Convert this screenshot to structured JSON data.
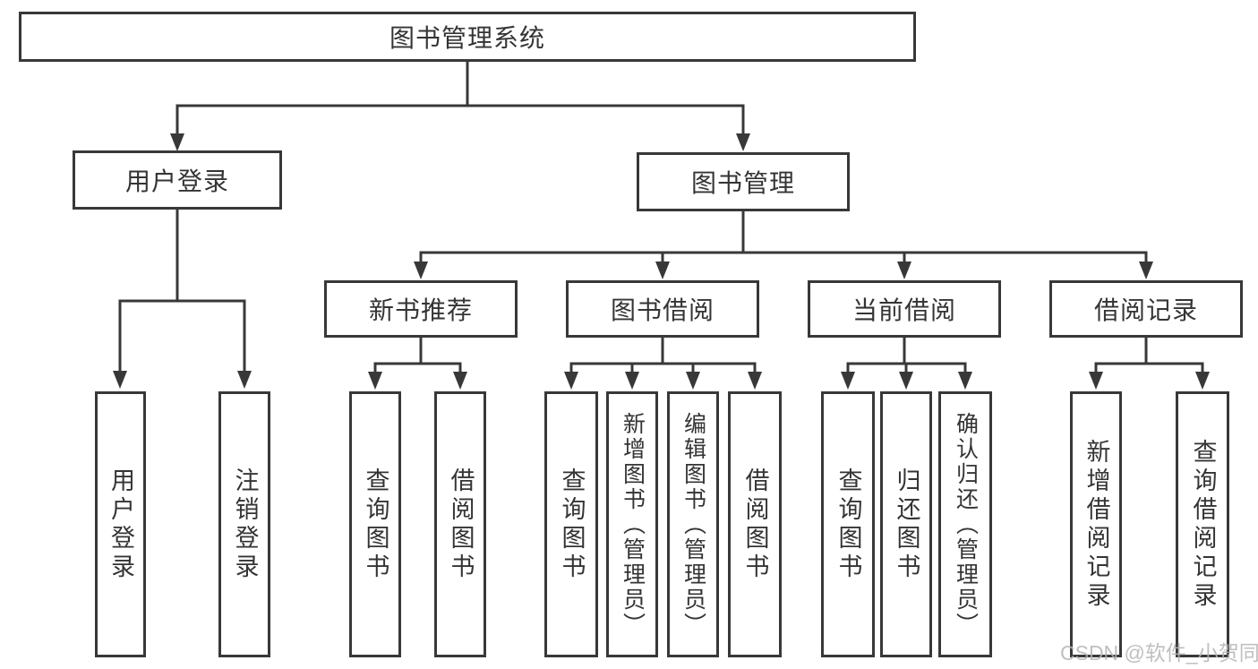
{
  "colors": {
    "line": "#383838",
    "box_border": "#383838",
    "text": "#343434",
    "watermark": "#b5b5b5",
    "background": "#ffffff"
  },
  "nodes": {
    "root": {
      "label": "图书管理系统"
    },
    "branches": [
      {
        "label": "用户登录",
        "children": [
          {
            "label": "用户登录"
          },
          {
            "label": "注销登录"
          }
        ]
      },
      {
        "label": "图书管理",
        "children": [
          {
            "label": "新书推荐",
            "children": [
              {
                "label": "查询图书"
              },
              {
                "label": "借阅图书"
              }
            ]
          },
          {
            "label": "图书借阅",
            "children": [
              {
                "label": "查询图书"
              },
              {
                "label": "新增图书（管理员）"
              },
              {
                "label": "编辑图书（管理员）"
              },
              {
                "label": "借阅图书"
              }
            ]
          },
          {
            "label": "当前借阅",
            "children": [
              {
                "label": "查询图书"
              },
              {
                "label": "归还图书"
              },
              {
                "label": "确认归还（管理员）"
              }
            ]
          },
          {
            "label": "借阅记录",
            "children": [
              {
                "label": "新增借阅记录"
              },
              {
                "label": "查询借阅记录"
              }
            ]
          }
        ]
      }
    ]
  },
  "watermark": {
    "text": "CSDN @软件_小贺同学"
  }
}
